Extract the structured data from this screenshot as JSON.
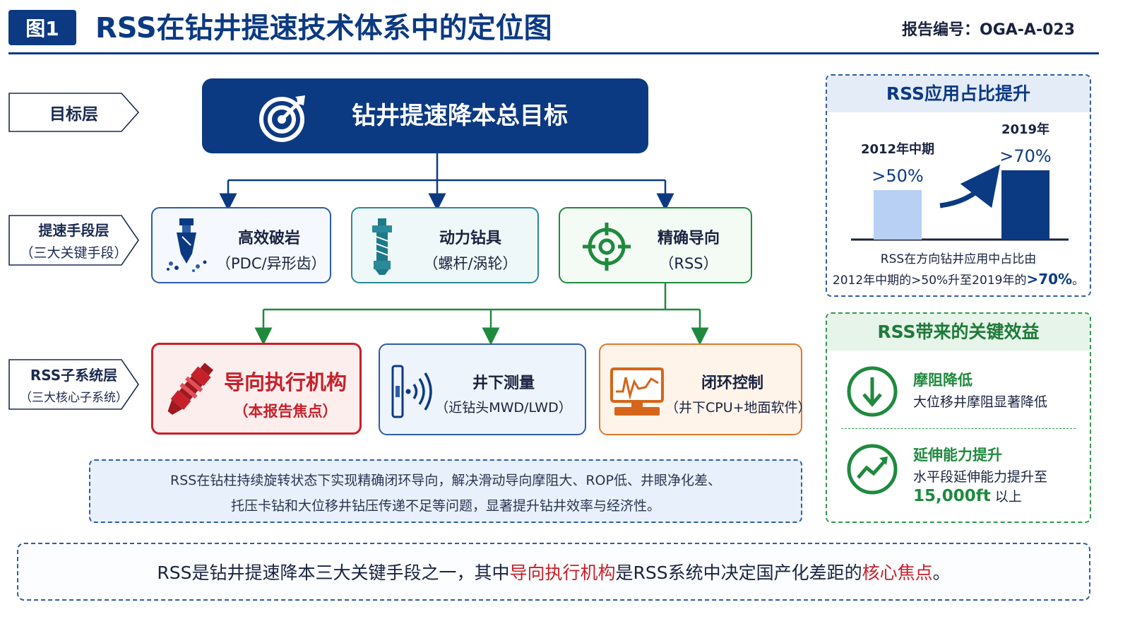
{
  "header": {
    "badge": "图1",
    "title": "RSS在钻井提速技术体系中的定位图",
    "report_no": "报告编号：OGA-A-023"
  },
  "layers": {
    "goal": "目标层",
    "means_line1": "提速手段层",
    "means_line2": "（三大关键手段）",
    "sub_line1": "RSS子系统层",
    "sub_line2": "（三大核心子系统）"
  },
  "goal": {
    "label": "钻井提速降本总目标",
    "icon": "target-arrow-icon"
  },
  "means": [
    {
      "title": "高效破岩",
      "sub": "（PDC/异形齿）",
      "icon": "drill-bit-icon"
    },
    {
      "title": "动力钻具",
      "sub": "（螺杆/涡轮）",
      "icon": "mud-motor-icon"
    },
    {
      "title": "精确导向",
      "sub": "（RSS）",
      "icon": "crosshair-icon"
    }
  ],
  "subsystems": [
    {
      "title": "导向执行机构",
      "sub": "（本报告焦点）",
      "icon": "steering-tool-icon"
    },
    {
      "title": "井下测量",
      "sub": "（近钻头MWD/LWD）",
      "icon": "sensor-signal-icon"
    },
    {
      "title": "闭环控制",
      "sub": "（井下CPU+地面软件）",
      "icon": "computer-monitor-icon"
    }
  ],
  "note": {
    "line1": "RSS在钻柱持续旋转状态下实现精确闭环导向，解决滑动导向摩阻大、ROP低、井眼净化差、",
    "line2": "托压卡钻和大位移井钻压传递不足等问题，显著提升钻井效率与经济性。"
  },
  "banner": {
    "part1": "RSS是钻井提速降本三大关键手段之一，其中",
    "part2": "导向执行机构",
    "part3": "是RSS系统中决定国产化差距的",
    "part4": "核心焦点",
    "part5": "。"
  },
  "share_panel": {
    "title": "RSS应用占比提升",
    "bar1_label": "2012年中期",
    "bar1_value_text": ">50%",
    "bar2_label": "2019年",
    "bar2_value_text": ">70%",
    "caption_line1": "RSS在方向钻井应用中占比由",
    "caption_line2_a": "2012年中期的>50%升至2019年的",
    "caption_line2_b": ">70%",
    "caption_line2_c": "。"
  },
  "chart_data": {
    "type": "bar",
    "categories": [
      "2012年中期",
      "2019年"
    ],
    "values": [
      50,
      70
    ],
    "title": "RSS应用占比提升",
    "xlabel": "",
    "ylabel": "",
    "ylim": [
      0,
      100
    ],
    "grid": false
  },
  "benefits_panel": {
    "title": "RSS带来的关键效益",
    "items": [
      {
        "title": "摩阻降低",
        "desc1": "大位移井摩阻显著降低",
        "desc2": "",
        "icon": "arrow-down-circle-icon"
      },
      {
        "title": "延伸能力提升",
        "desc1": "水平段延伸能力提升至",
        "desc2_value": "15,000ft",
        "desc2_suffix": " 以上",
        "icon": "trend-up-circle-icon"
      }
    ]
  },
  "colors": {
    "navy": "#0c3a82",
    "green": "#1f8a3e",
    "red": "#c8202a",
    "orange": "#e0782a",
    "light_blue_bar": "#b7d0f3"
  }
}
